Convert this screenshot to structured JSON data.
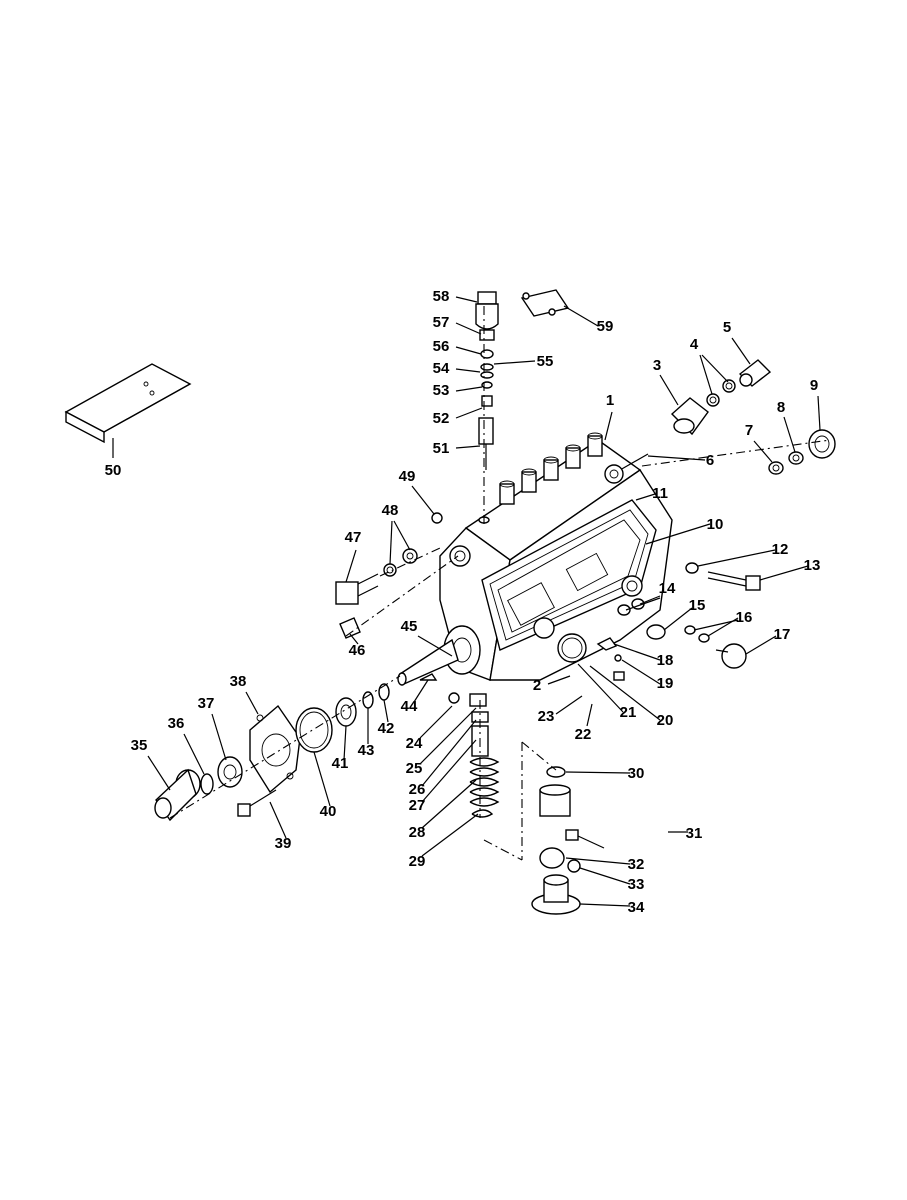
{
  "diagram": {
    "callouts": [
      "1",
      "2",
      "3",
      "4",
      "5",
      "6",
      "7",
      "8",
      "9",
      "10",
      "11",
      "12",
      "13",
      "14",
      "15",
      "16",
      "17",
      "18",
      "19",
      "20",
      "21",
      "22",
      "23",
      "24",
      "25",
      "26",
      "27",
      "28",
      "29",
      "30",
      "31",
      "32",
      "33",
      "34",
      "35",
      "36",
      "37",
      "38",
      "39",
      "40",
      "41",
      "42",
      "43",
      "44",
      "45",
      "46",
      "47",
      "48",
      "49",
      "50",
      "51",
      "52",
      "53",
      "54",
      "55",
      "56",
      "57",
      "58",
      "59"
    ]
  }
}
